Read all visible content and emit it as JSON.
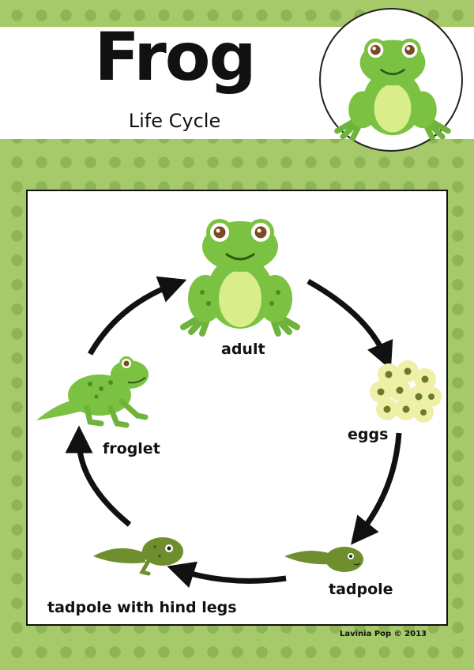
{
  "header": {
    "title": "Frog",
    "subtitle": "Life Cycle"
  },
  "cycle": {
    "stages": [
      {
        "id": "adult",
        "label": "adult"
      },
      {
        "id": "eggs",
        "label": "eggs"
      },
      {
        "id": "tadpole",
        "label": "tadpole"
      },
      {
        "id": "tadpole-hind-legs",
        "label": "tadpole with  hind legs"
      },
      {
        "id": "froglet",
        "label": "froglet"
      }
    ]
  },
  "footer": {
    "credit": "Lavinia Pop © 2013"
  },
  "colors": {
    "background": "#a6c96a",
    "dots": "#8fb456",
    "frog_green": "#7cc242",
    "frog_belly": "#d9ee8a",
    "arrow": "#111111"
  }
}
